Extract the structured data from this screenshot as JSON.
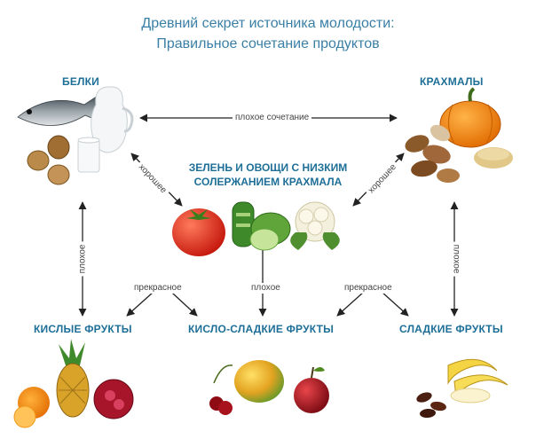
{
  "title": {
    "line1": "Древний секрет источника молодости:",
    "line2": "Правильное сочетание продуктов"
  },
  "nodes": {
    "proteins": "БЕЛКИ",
    "starches": "КРАХМАЛЫ",
    "greens_line1": "ЗЕЛЕНЬ И ОВОЩИ С НИЗКИМ",
    "greens_line2": "СОЛЕРЖАНИЕМ КРАХМАЛА",
    "sour_fruits": "КИСЛЫЕ ФРУКТЫ",
    "sweet_sour_fruits": "КИСЛО-СЛАДКИЕ ФРУКТЫ",
    "sweet_fruits": "СЛАДКИЕ ФРУКТЫ"
  },
  "edges": {
    "proteins_starches": "плохое сочетание",
    "proteins_greens": "хорошее",
    "starches_greens": "хорошее",
    "proteins_sour": "плохое",
    "starches_sweet": "плохое",
    "greens_sour": "прекрасное",
    "greens_sweetsour": "плохое",
    "greens_sweet": "прекрасное"
  },
  "colors": {
    "heading": "#3a7fa6",
    "label": "#1d6f97",
    "arrow": "#222222"
  }
}
